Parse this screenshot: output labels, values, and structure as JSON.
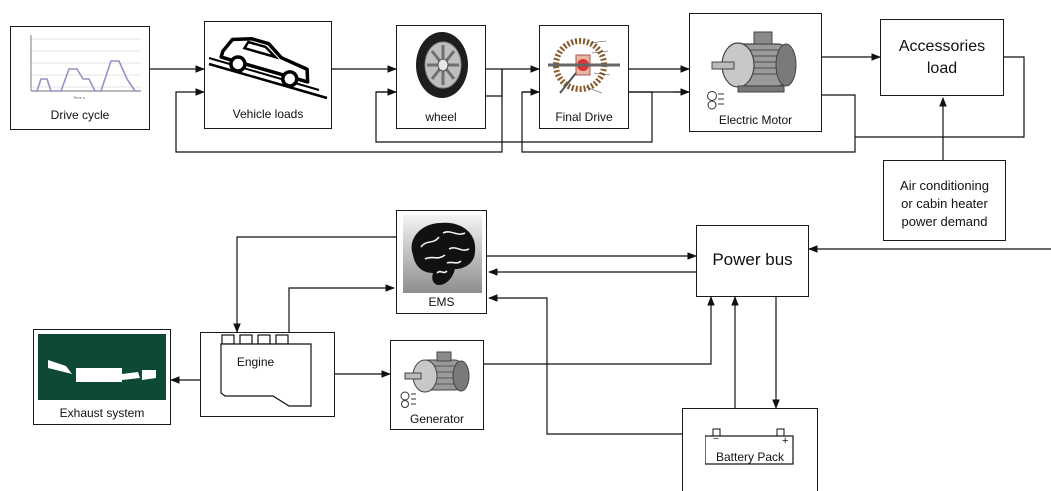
{
  "blocks": {
    "drive_cycle": "Drive cycle",
    "vehicle_loads": "Vehicle loads",
    "wheel": "wheel",
    "final_drive": "Final Drive",
    "electric_motor": "Electric Motor",
    "accessories_load": [
      "Accessories",
      "load"
    ],
    "ac_demand": [
      "Air conditioning",
      "or cabin heater",
      "power demand"
    ],
    "ems": "EMS",
    "power_bus": "Power bus",
    "engine": "Engine",
    "generator": "Generator",
    "exhaust_system": "Exhaust system",
    "battery_pack": "Battery Pack"
  },
  "battery_terminals": {
    "negative": "−",
    "positive": "+"
  }
}
